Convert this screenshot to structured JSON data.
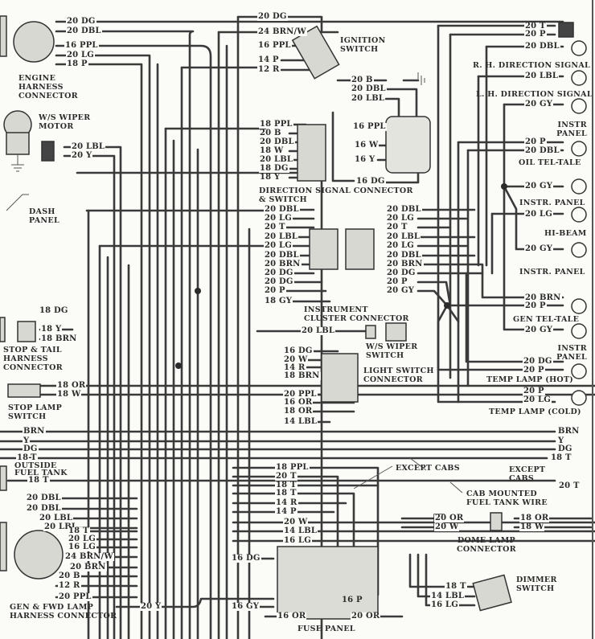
{
  "title": "Instrument Panel Wiring Diagram",
  "components": {
    "engine_harness_connector": {
      "caption": [
        "ENGINE",
        "HARNESS",
        "CONNECTOR"
      ],
      "wires": [
        "20 DG",
        "20 DBL",
        "16 PPL",
        "20 LG",
        "18 P"
      ]
    },
    "ws_wiper_motor": {
      "caption": [
        "W/S WIPER",
        "MOTOR"
      ],
      "wires": [
        "20 LBL",
        "20 Y"
      ]
    },
    "ignition_switch": {
      "caption": [
        "IGNITION",
        "SWITCH"
      ],
      "wires": [
        "20 DG",
        "24 BRN/W",
        "16 PPL",
        "14 P",
        "12 R"
      ]
    },
    "direction_signal_flasher": {
      "wires": [
        "20 B",
        "20 DBL",
        "20 LBL",
        "16 PPL",
        "16 W",
        "16 Y",
        "16 DG"
      ]
    },
    "direction_signal_connector": {
      "caption": [
        "DIRECTION SIGNAL CONNECTOR",
        "& SWITCH"
      ],
      "wires": [
        "18 PPL",
        "20 B",
        "20 DBL",
        "18 W",
        "20 LBL",
        "18 DG",
        "18 Y"
      ]
    },
    "instrument_cluster_connector": {
      "caption": [
        "INSTRUMENT",
        "CLUSTER CONNECTOR"
      ],
      "left_wires": [
        "20 DBL",
        "20 LG",
        "20 T",
        "20 LBL",
        "20 LG",
        "20 DBL",
        "20 BRN",
        "20 DG",
        "20 DG",
        "20 P",
        "18 GY"
      ],
      "right_wires": [
        "20 DBL",
        "20 LG",
        "20 T",
        "20 LBL",
        "20 LG",
        "20 DBL",
        "20 BRN",
        "20 DG",
        "20 P",
        "20 GY"
      ]
    },
    "ws_wiper_switch": {
      "caption": [
        "W/S WIPER",
        "SWITCH"
      ],
      "wires": [
        "20 LBL"
      ]
    },
    "light_switch_connector": {
      "caption": [
        "LIGHT SWITCH",
        "CONNECTOR"
      ],
      "wires": [
        "16 DG",
        "20 W",
        "14 R",
        "18 BRN",
        "20 PPL",
        "16 OR",
        "18 OR",
        "14 LBL"
      ]
    },
    "right_lamps": [
      {
        "caption": "",
        "wires": [
          "20 T",
          "20 P"
        ]
      },
      {
        "caption": "R. H. DIRECTION SIGNAL",
        "wires": [
          "20 DBL"
        ]
      },
      {
        "caption": "L. H. DIRECTION SIGNAL",
        "wires": [
          "20 LBL"
        ]
      },
      {
        "caption": "INSTR PANEL",
        "wires": [
          "20 GY"
        ]
      },
      {
        "caption": "OIL TEL-TALE",
        "wires": [
          "20 P",
          "20 DBL"
        ]
      },
      {
        "caption": "INSTR. PANEL",
        "wires": [
          "20 GY"
        ]
      },
      {
        "caption": "HI-BEAM",
        "wires": [
          "20 LG"
        ]
      },
      {
        "caption": "INSTR. PANEL",
        "wires": [
          "20 GY"
        ]
      },
      {
        "caption": "GEN TEL-TALE",
        "wires": [
          "20 BRN",
          "20 P"
        ]
      },
      {
        "caption": "INSTR PANEL",
        "wires": [
          "20 GY"
        ]
      },
      {
        "caption": "TEMP LAMP (HOT)",
        "wires": [
          "20 DG",
          "20 P"
        ]
      },
      {
        "caption": "TEMP LAMP (COLD)",
        "wires": [
          "20 P",
          "20 LG"
        ]
      }
    ],
    "dash_panel": {
      "caption": [
        "DASH",
        "PANEL"
      ]
    },
    "stop_tail_harness_connector": {
      "caption": [
        "STOP & TAIL",
        "HARNESS",
        "CONNECTOR"
      ],
      "wires": [
        "18 DG",
        "18 Y",
        "18 BRN"
      ]
    },
    "stop_lamp_switch": {
      "caption": [
        "STOP LAMP",
        "SWITCH"
      ],
      "wires": [
        "18 OR",
        "18 W"
      ]
    },
    "rear_harness": {
      "left_wires": [
        "BRN",
        "Y",
        "DG",
        "18-T"
      ],
      "right_wires": [
        "BRN",
        "Y",
        "DG",
        "18 T"
      ]
    },
    "outside_fuel_tank": {
      "caption": [
        "OUTSIDE",
        "FUEL TANK"
      ],
      "wires": [
        "18 T"
      ]
    },
    "except_cabs_1": "EXCEPT CABS",
    "except_cabs_2": [
      "EXCEPT",
      "CABS"
    ],
    "cab_mounted_fuel_tank": {
      "caption": [
        "CAB MOUNTED",
        "FUEL TANK WIRE"
      ],
      "wires": [
        "20 T"
      ]
    },
    "dome_lamp_connector": {
      "caption": [
        "DOME LAMP",
        "CONNECTOR"
      ],
      "left_wires": [
        "20 OR",
        "20 W"
      ],
      "right_wires": [
        "18 OR",
        "18 W"
      ]
    },
    "fuse_panel": {
      "caption": "FUSE PANEL",
      "wires": [
        "18 PPL",
        "20 T",
        "18 T",
        "18 T",
        "14 R",
        "14 P",
        "20 W",
        "14 LBL",
        "16 LG",
        "16 DG",
        "16 GY",
        "16 OR",
        "20 OR",
        "16 P"
      ]
    },
    "dimmer_switch": {
      "caption": [
        "DIMMER",
        "SWITCH"
      ],
      "wires": [
        "18 T",
        "14 LBL",
        "16 LG"
      ]
    },
    "gen_fwd_lamp_harness_connector": {
      "caption": [
        "GEN & FWD LAMP",
        "HARNESS CONNECTOR"
      ],
      "wires": [
        "20 DBL",
        "20 DBL",
        "20 LBL",
        "20 LBL",
        "18 T",
        "20 LG",
        "16 LG",
        "24 BRN/W",
        "20 BRN",
        "20 B",
        "12 R",
        "20 PPL"
      ]
    },
    "bottom_wires": [
      "20 Y"
    ]
  }
}
